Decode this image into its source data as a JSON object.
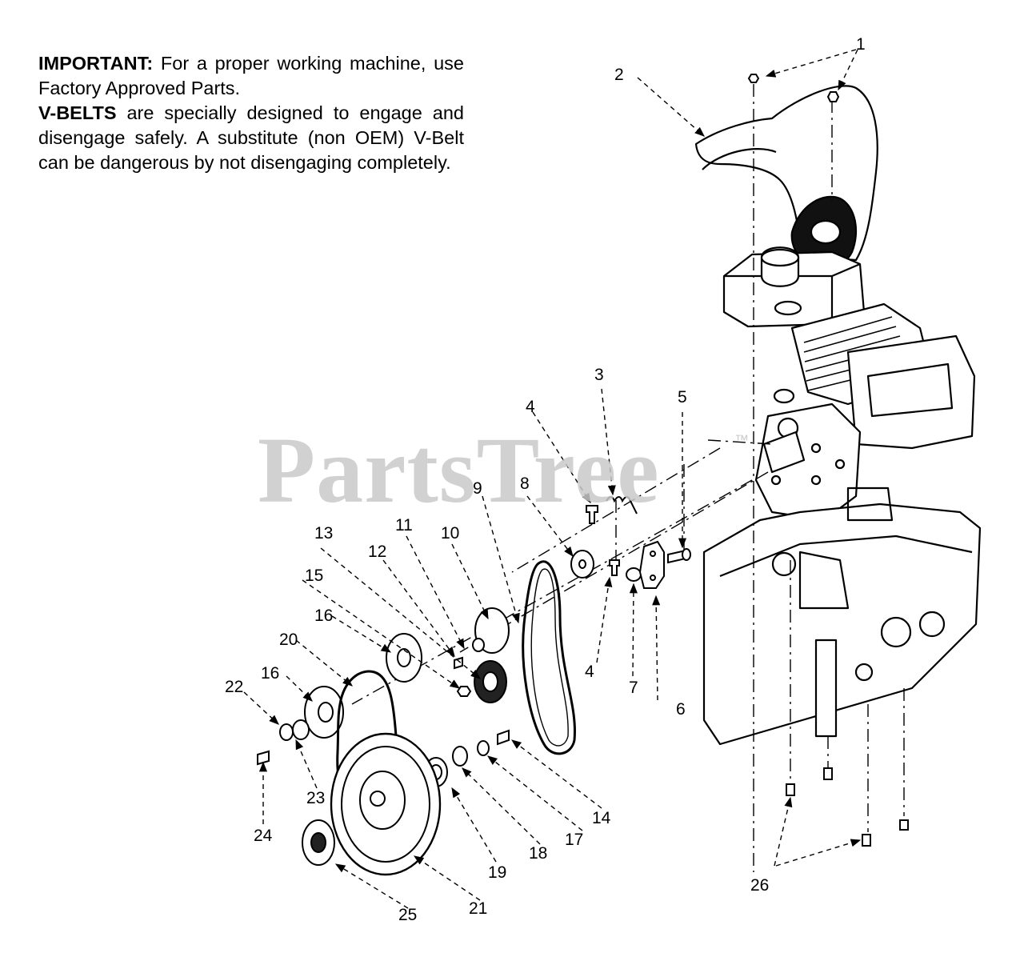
{
  "notice": {
    "important_label": "IMPORTANT:",
    "important_text": " For a proper working machine, use Factory Approved Parts.",
    "vbelts_label": "V-BELTS",
    "vbelts_text": " are specially designed to engage and disengage safely.  A substitute (non OEM) V-Belt can be dangerous by not disengaging completely."
  },
  "watermark": {
    "text": "PartsTree",
    "tm": "™"
  },
  "callouts": {
    "c1": "1",
    "c2": "2",
    "c3": "3",
    "c4a": "4",
    "c4b": "4",
    "c5": "5",
    "c6": "6",
    "c7": "7",
    "c8": "8",
    "c9": "9",
    "c10": "10",
    "c11": "11",
    "c12": "12",
    "c13": "13",
    "c14": "14",
    "c15": "15",
    "c16a": "16",
    "c16b": "16",
    "c17": "17",
    "c18": "18",
    "c19": "19",
    "c20": "20",
    "c21": "21",
    "c22": "22",
    "c23": "23",
    "c24": "24",
    "c25": "25",
    "c26": "26"
  },
  "colors": {
    "line": "#000000",
    "watermark": "#c9c9c9"
  }
}
